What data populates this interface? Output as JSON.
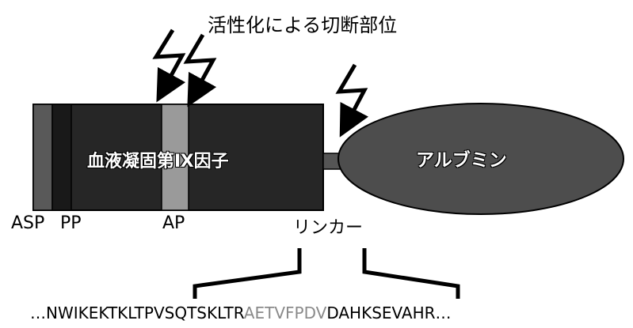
{
  "title": "活性化による切断部位",
  "protein_name": "血液凝固第Ⅸ因子",
  "albumin_label": "アルブミン",
  "domains": {
    "asp": "ASP",
    "pp": "PP",
    "ap": "AP",
    "linker": "リンカー"
  },
  "sequence": {
    "left": "…NWIKEKTKLTPVSQTSKLTR",
    "middle": "AETVFPDV",
    "right": "DAHKSEVAHR…"
  },
  "colors": {
    "fusion_body": "#262626",
    "asp_block": "#595959",
    "pp_block": "#191919",
    "ap_block": "#9a9a9a",
    "albumin": "#4d4d4d",
    "linker_block": "#555555",
    "highlight_text": "#8a8a8a"
  },
  "icons": {
    "cleavage": "lightning-bolt-arrow"
  }
}
